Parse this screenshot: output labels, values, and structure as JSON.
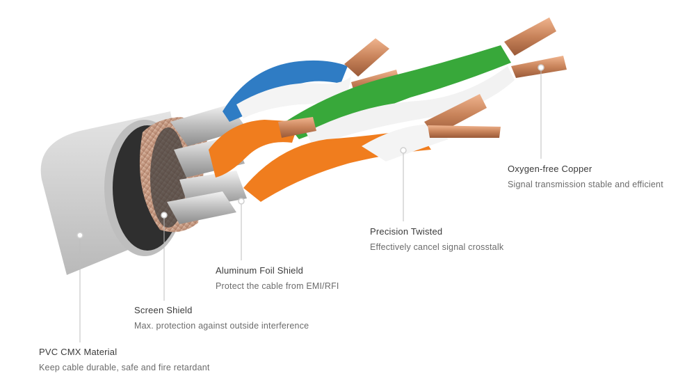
{
  "colors": {
    "jacket": "#c9c9c9",
    "copper": "#c8835a",
    "blue": "#2f7cc4",
    "green": "#38a83a",
    "orange": "#f07d1e",
    "brown_copper_braid": "#c79c84",
    "leader_line": "#bdbdbd"
  },
  "callouts": [
    {
      "id": "pvc",
      "title": "PVC CMX Material",
      "desc": "Keep cable durable, safe and fire retardant"
    },
    {
      "id": "screen",
      "title": "Screen Shield",
      "desc": "Max. protection against outside interference"
    },
    {
      "id": "foil",
      "title": "Aluminum Foil Shield",
      "desc": "Protect the cable from EMI/RFI"
    },
    {
      "id": "twist",
      "title": "Precision Twisted",
      "desc": "Effectively cancel signal crosstalk"
    },
    {
      "id": "copper",
      "title": "Oxygen-free Copper",
      "desc": "Signal transmission stable and efficient"
    }
  ]
}
